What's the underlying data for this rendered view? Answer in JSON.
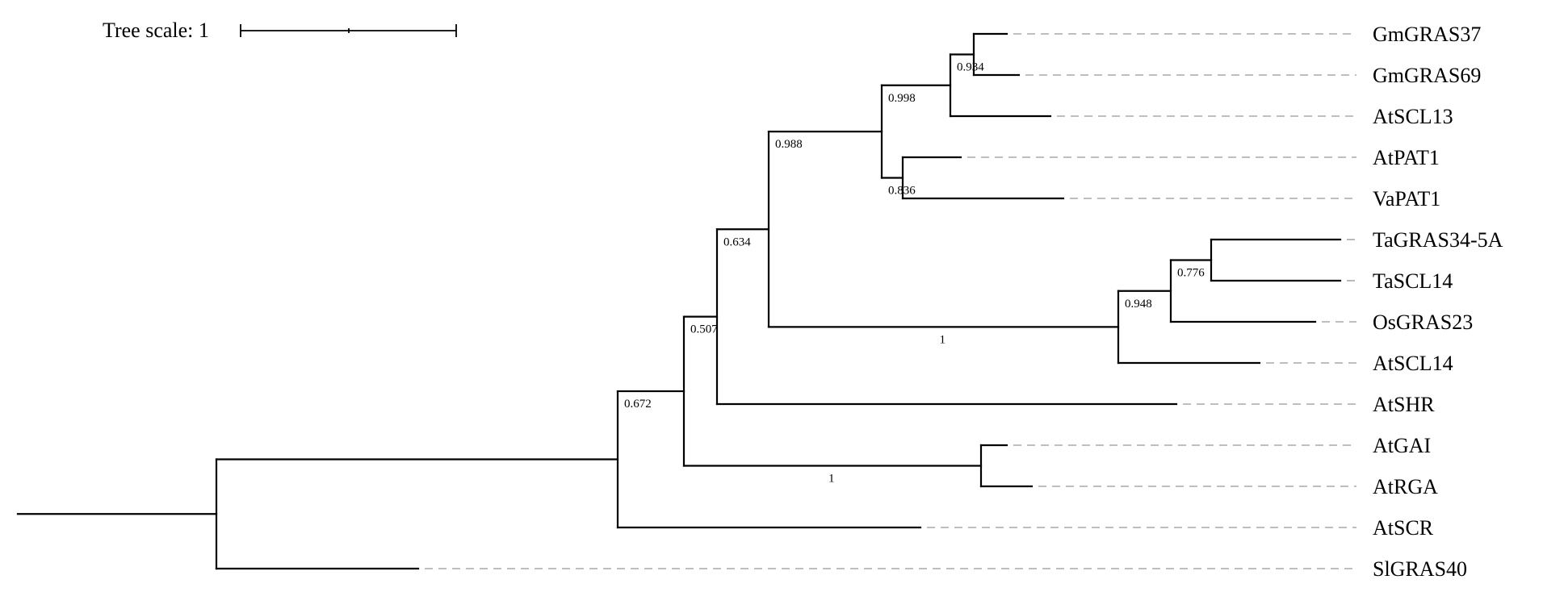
{
  "scale_bar": {
    "label": "Tree scale: 1"
  },
  "tree": {
    "nodes": [
      {
        "id": "root"
      },
      {
        "id": "n1",
        "parent": "root"
      },
      {
        "id": "n2",
        "parent": "n1",
        "support": "0.672"
      },
      {
        "id": "n3",
        "parent": "n2",
        "support": "0.507"
      },
      {
        "id": "n4",
        "parent": "n3",
        "support": "0.634"
      },
      {
        "id": "n5",
        "parent": "n4",
        "support": "0.988"
      },
      {
        "id": "n6",
        "parent": "n5",
        "support": "0.998"
      },
      {
        "id": "n7",
        "parent": "n6",
        "support": "0.934"
      },
      {
        "id": "n8",
        "parent": "n5",
        "support": "0.836"
      },
      {
        "id": "n9",
        "parent": "n4",
        "support": "1"
      },
      {
        "id": "n10",
        "parent": "n9",
        "support": "0.948"
      },
      {
        "id": "n11",
        "parent": "n10",
        "support": "0.776"
      },
      {
        "id": "n12",
        "parent": "n2",
        "support": "1"
      }
    ],
    "leaves": [
      {
        "label": "GmGRAS37",
        "parent": "n7"
      },
      {
        "label": "GmGRAS69",
        "parent": "n7"
      },
      {
        "label": "AtSCL13",
        "parent": "n6"
      },
      {
        "label": "AtPAT1",
        "parent": "n8"
      },
      {
        "label": "VaPAT1",
        "parent": "n8"
      },
      {
        "label": "TaGRAS34-5A",
        "parent": "n11"
      },
      {
        "label": "TaSCL14",
        "parent": "n11"
      },
      {
        "label": "OsGRAS23",
        "parent": "n10"
      },
      {
        "label": "AtSCL14",
        "parent": "n9"
      },
      {
        "label": "AtSHR",
        "parent": "n3"
      },
      {
        "label": "AtGAI",
        "parent": "n12"
      },
      {
        "label": "AtRGA",
        "parent": "n12"
      },
      {
        "label": "AtSCR",
        "parent": "n1"
      },
      {
        "label": "SlGRAS40",
        "parent": "root"
      }
    ]
  }
}
